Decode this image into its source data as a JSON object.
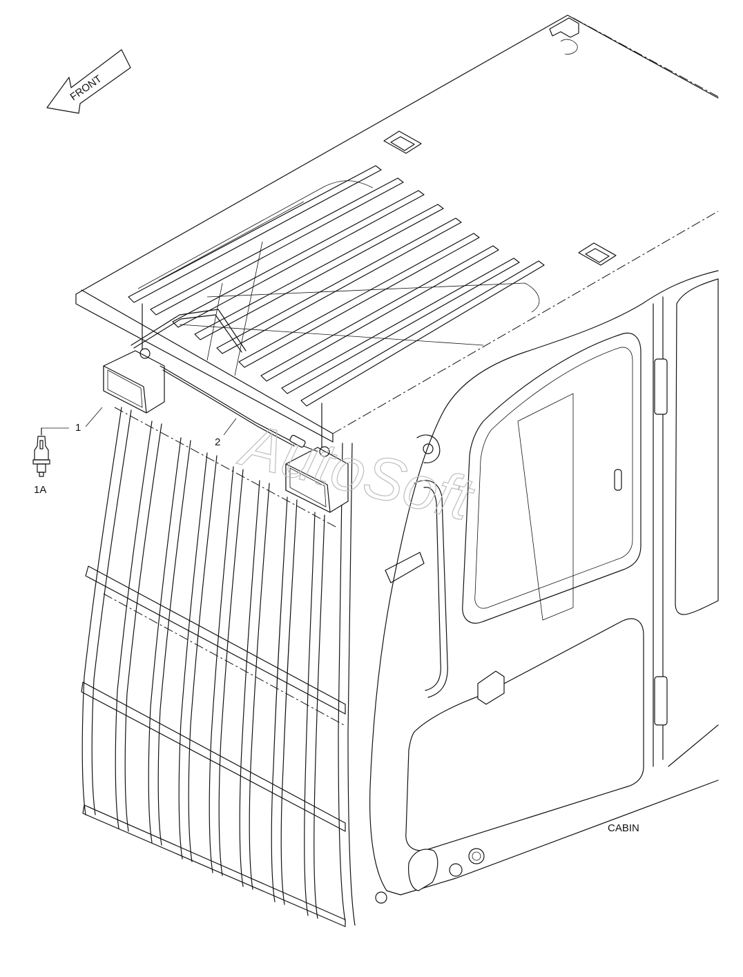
{
  "labels": {
    "front": "FRONT",
    "callout_1": "1",
    "callout_2": "2",
    "callout_1a": "1A",
    "cabin": "CABIN"
  },
  "watermark": "AutoSoft",
  "colors": {
    "line": "#111111",
    "background": "#ffffff",
    "watermark": "#bdbdbd"
  }
}
